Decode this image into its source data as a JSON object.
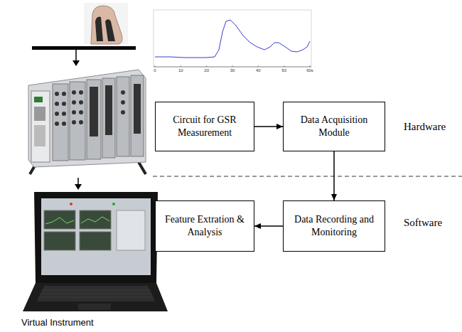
{
  "diagram": {
    "nodes": [
      {
        "text": [
          "Circuit for GSR Measurement"
        ]
      },
      {
        "text": [
          "Data Acquisition Module"
        ]
      },
      {
        "text": [
          "Feature Extration & Analysis"
        ]
      },
      {
        "text": [
          "Data Recording and Monitoring"
        ]
      }
    ],
    "edges": [
      {
        "from": 0,
        "to": 1,
        "arrow": "to"
      },
      {
        "from": 1,
        "to": 3,
        "arrow": "to"
      },
      {
        "from": 3,
        "to": 2,
        "arrow": "to"
      }
    ],
    "labels": [
      "Hardware",
      "Software",
      "Virtual Instrument",
      "0",
      "10",
      "20",
      "30",
      "40",
      "50",
      "60s"
    ]
  }
}
